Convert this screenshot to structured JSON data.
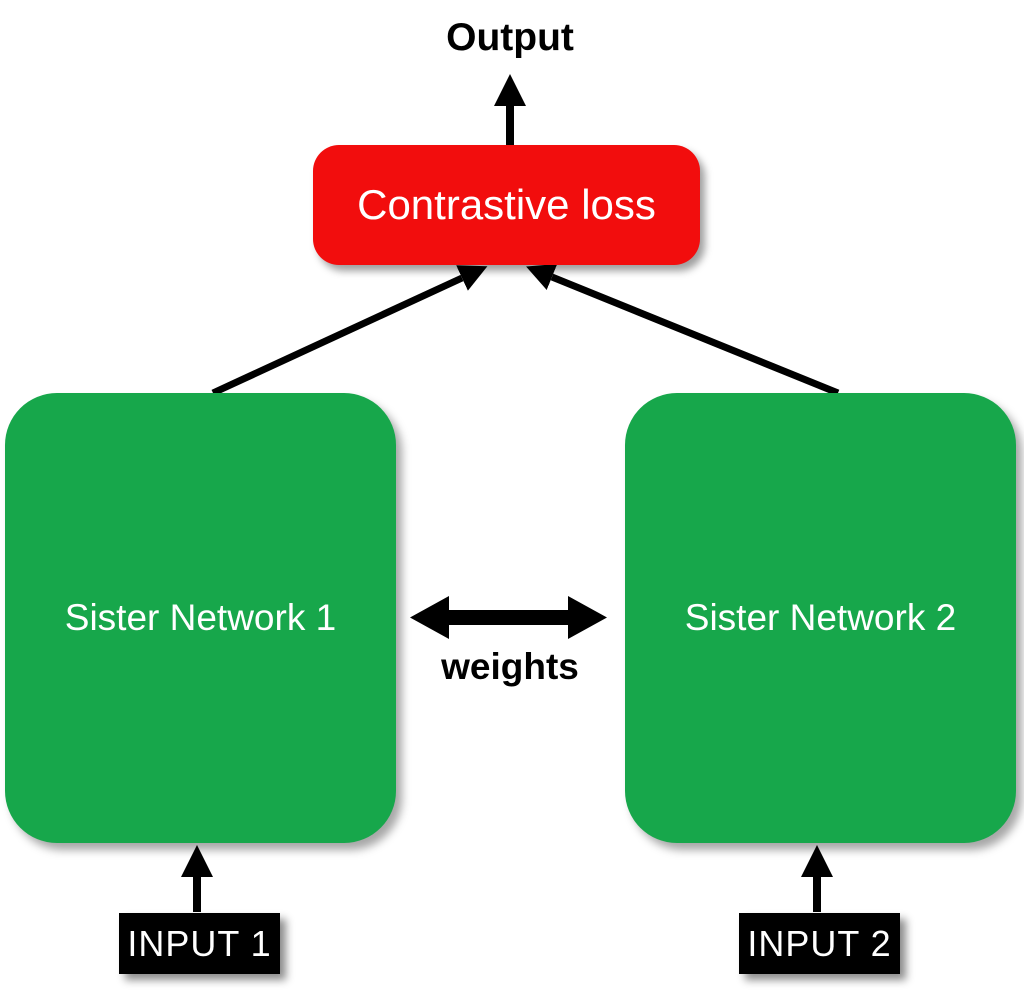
{
  "diagram": {
    "nodes": {
      "output": {
        "label": "Output"
      },
      "contrastive_loss": {
        "label": "Contrastive loss",
        "fill_color": "#f20d0d",
        "text_color": "#ffffff"
      },
      "sister_network_1": {
        "label": "Sister Network 1",
        "fill_color": "#17a74b",
        "text_color": "#ffffff"
      },
      "sister_network_2": {
        "label": "Sister Network 2",
        "fill_color": "#17a74b",
        "text_color": "#ffffff"
      },
      "weights": {
        "label": "weights"
      },
      "input_1": {
        "label": "INPUT 1",
        "fill_color": "#000000",
        "text_color": "#ffffff"
      },
      "input_2": {
        "label": "INPUT 2",
        "fill_color": "#000000",
        "text_color": "#ffffff"
      }
    },
    "edges": [
      {
        "name": "loss-to-output-arrow",
        "from": "contrastive_loss",
        "to": "output",
        "type": "single-arrow",
        "color": "#000000"
      },
      {
        "name": "sister1-to-loss-arrow",
        "from": "sister_network_1",
        "to": "contrastive_loss",
        "type": "single-arrow",
        "color": "#000000"
      },
      {
        "name": "sister2-to-loss-arrow",
        "from": "sister_network_2",
        "to": "contrastive_loss",
        "type": "single-arrow",
        "color": "#000000"
      },
      {
        "name": "shared-weights-arrow",
        "between": [
          "sister_network_1",
          "sister_network_2"
        ],
        "type": "double-arrow",
        "label": "weights",
        "color": "#000000"
      },
      {
        "name": "input1-to-sister1-arrow",
        "from": "input_1",
        "to": "sister_network_1",
        "type": "single-arrow",
        "color": "#000000"
      },
      {
        "name": "input2-to-sister2-arrow",
        "from": "input_2",
        "to": "sister_network_2",
        "type": "single-arrow",
        "color": "#000000"
      }
    ]
  }
}
